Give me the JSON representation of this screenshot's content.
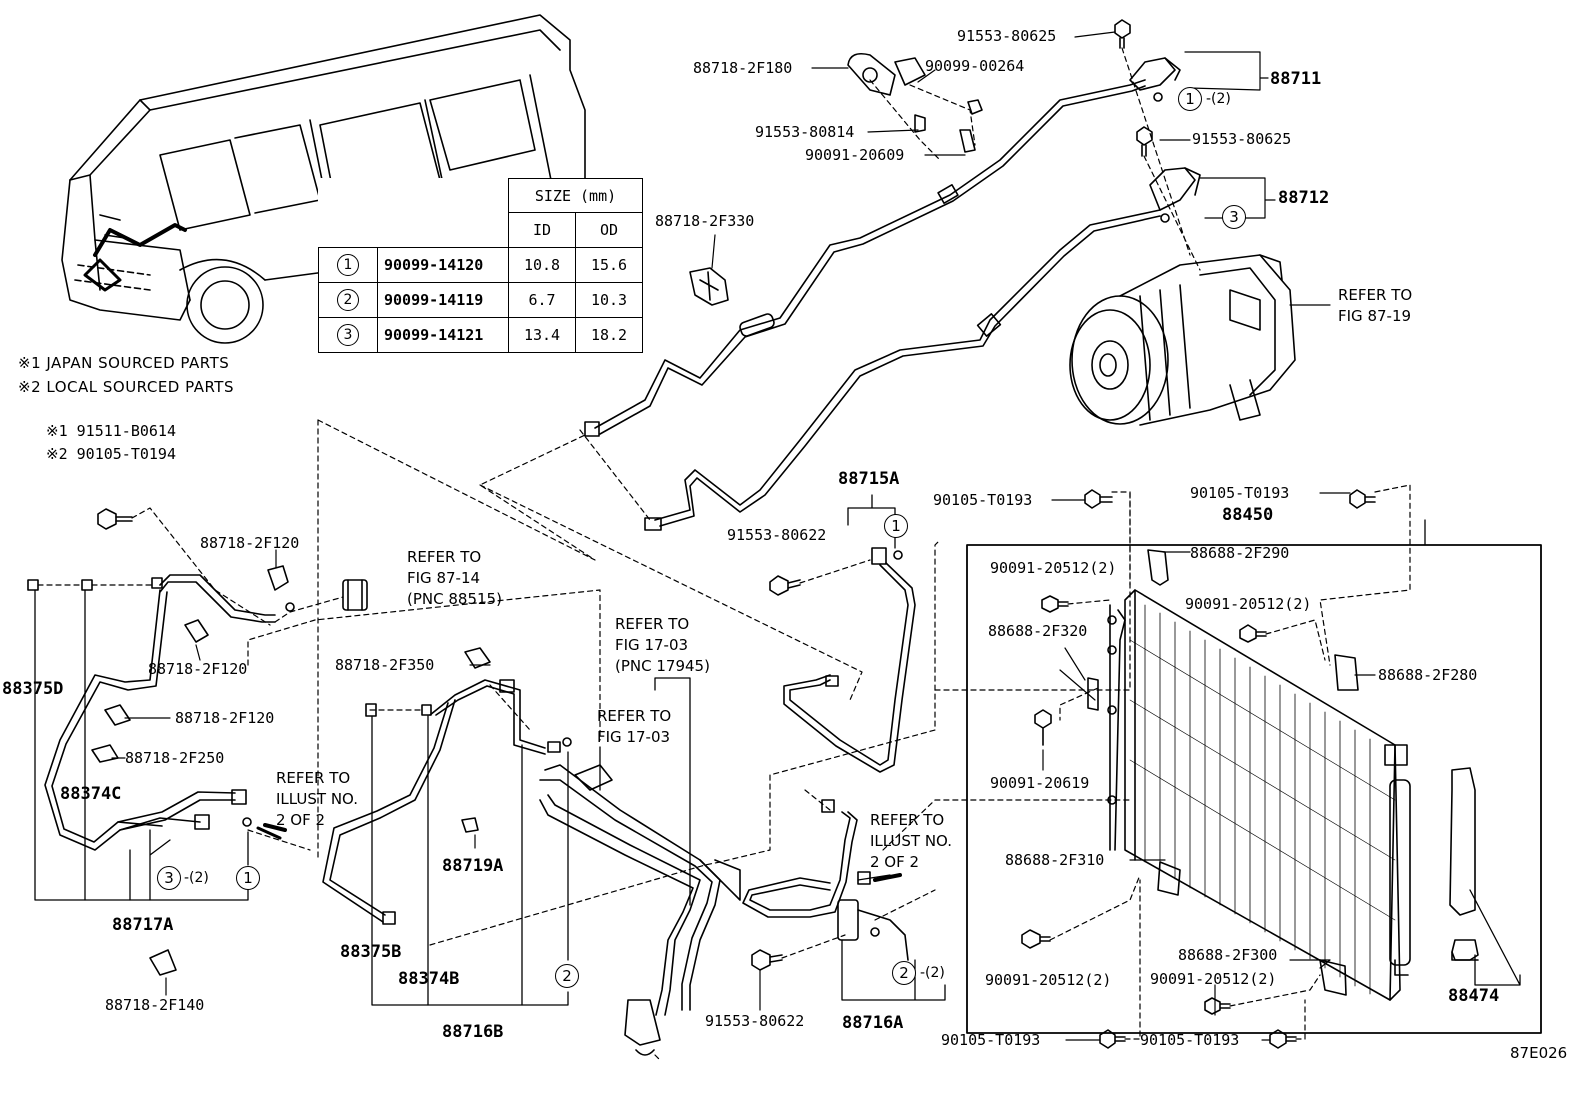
{
  "notes": {
    "japan": "※1 JAPAN SOURCED PARTS",
    "local": "※2 LOCAL SOURCED PARTS"
  },
  "size_table": {
    "header": "SIZE (mm)",
    "col_id": "ID",
    "col_od": "OD",
    "rows": [
      {
        "no": "1",
        "part": "90099-14120",
        "id": "10.8",
        "od": "15.6"
      },
      {
        "no": "2",
        "part": "90099-14119",
        "id": "6.7",
        "od": "10.3"
      },
      {
        "no": "3",
        "part": "90099-14121",
        "id": "13.4",
        "od": "18.2"
      }
    ]
  },
  "labels": {
    "p91553_80625_a": "91553-80625",
    "p88718_2F180": "88718-2F180",
    "p90099_00264": "90099-00264",
    "p88711": "88711",
    "p91553_80814": "91553-80814",
    "p90091_20609": "90091-20609",
    "p91553_80625_b": "91553-80625",
    "p88712": "88712",
    "p88718_2F330": "88718-2F330",
    "p91511_B0614": "※1 91511-B0614",
    "p90105_T0194": "※2 90105-T0194",
    "p88718_2F120_a": "88718-2F120",
    "p88718_2F120_b": "88718-2F120",
    "p88718_2F120_c": "88718-2F120",
    "p88375D": "88375D",
    "p88718_2F250": "88718-2F250",
    "p88374C": "88374C",
    "p88717A": "88717A",
    "p88718_2F140": "88718-2F140",
    "p88718_2F350": "88718-2F350",
    "p88719A": "88719A",
    "p88375B": "88375B",
    "p88374B": "88374B",
    "p88716B": "88716B",
    "p88715A": "88715A",
    "p91553_80622_a": "91553-80622",
    "p91553_80622_b": "91553-80622",
    "p88716A": "88716A",
    "p90105_T0193_a": "90105-T0193",
    "p90105_T0193_b": "90105-T0193",
    "p90105_T0193_c": "90105-T0193",
    "p90105_T0193_d": "90105-T0193",
    "p88450": "88450",
    "p90091_20512_a": "90091-20512(2)",
    "p88688_2F290": "88688-2F290",
    "p90091_20512_b": "90091-20512(2)",
    "p88688_2F320": "88688-2F320",
    "p88688_2F280": "88688-2F280",
    "p90091_20619": "90091-20619",
    "p88688_2F310": "88688-2F310",
    "p90091_20512_c": "90091-20512(2)",
    "p88688_2F300": "88688-2F300",
    "p90091_20512_d": "90091-20512(2)",
    "p88474": "88474",
    "fig_id": "87E026"
  },
  "refs": {
    "fig87_19_a": "REFER TO",
    "fig87_19_b": "FIG 87-19",
    "fig87_14_a": "REFER TO",
    "fig87_14_b": "FIG 87-14",
    "fig87_14_c": "(PNC 88515)",
    "fig17_03a_a": "REFER TO",
    "fig17_03a_b": "FIG 17-03",
    "fig17_03a_c": "(PNC 17945)",
    "fig17_03b_a": "REFER TO",
    "fig17_03b_b": "FIG 17-03",
    "illust_l_a": "REFER TO",
    "illust_l_b": "ILLUST NO.",
    "illust_l_c": "2 OF 2",
    "illust_r_a": "REFER TO",
    "illust_r_b": "ILLUST NO.",
    "illust_r_c": "2 OF 2"
  },
  "callouts": {
    "c1": "1",
    "c2": "2",
    "c3": "3",
    "qty2": "-(2)"
  }
}
